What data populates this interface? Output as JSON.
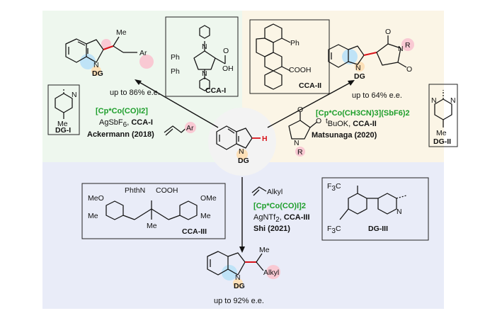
{
  "top_left": {
    "ee": "up to 86% e.e.",
    "catalyst": "[Cp*Co(CO)I2]",
    "additive": "AgSbF6, CCA-I",
    "additive_plain": "AgSbF",
    "additive_sub": "6",
    "additive_tail": ", ",
    "additive_cca": "CCA-I",
    "ref": "Ackermann (2018)",
    "dg_label": "DG-I",
    "cca_label": "CCA-I",
    "product_dg": "DG",
    "me": "Me",
    "ar": "Ar",
    "reagent_ar": "Ar"
  },
  "top_right": {
    "ee": "up to 64% e.e.",
    "catalyst": "[Cp*Co(CH3CN)3](SbF6)2",
    "base": "tBuOK, CCA-II",
    "base_sup": "t",
    "base_plain": "BuOK, ",
    "base_cca": "CCA-II",
    "ref": "Matsunaga (2020)",
    "dg_label": "DG-II",
    "cca_label": "CCA-II",
    "cooh": "COOH",
    "ph": "Ph",
    "product_dg": "DG",
    "r": "R",
    "maleimide_r": "R"
  },
  "center": {
    "dg": "DG",
    "h": "H",
    "n": "N"
  },
  "bottom": {
    "reagent": "Alkyl",
    "catalyst": "[Cp*Co(CO)I]2",
    "additive": "AgNTf2, CCA-III",
    "additive_plain": "AgNTf",
    "additive_sub": "2",
    "additive_tail": ", ",
    "additive_cca": "CCA-III",
    "ref": "Shi (2021)",
    "ee": "up to 92% e.e.",
    "cca_label": "CCA-III",
    "dg_label": "DG-III",
    "product_dg": "DG",
    "me": "Me",
    "alkyl": "Alkyl",
    "cca3_meo_left": "MeO",
    "cca3_me_left": "Me",
    "cca3_phthn": "PhthN",
    "cca3_cooh": "COOH",
    "cca3_ome_right": "OMe",
    "cca3_me_right": "Me",
    "cca3_me_center": "Me",
    "cf3_top": "F3C",
    "cf3_bottom": "F3C"
  },
  "colors": {
    "panel_top_left": "#eef7ee",
    "panel_top_right": "#fbf5e6",
    "panel_bottom": "#e9ecf8",
    "catalyst_green": "#1d9e2b",
    "h_red": "#d8141b",
    "bond_red": "#d8141b",
    "highlight_pink": "#f9c9d3",
    "highlight_orange": "#fde0b8",
    "highlight_blue": "#bfe3f7"
  }
}
